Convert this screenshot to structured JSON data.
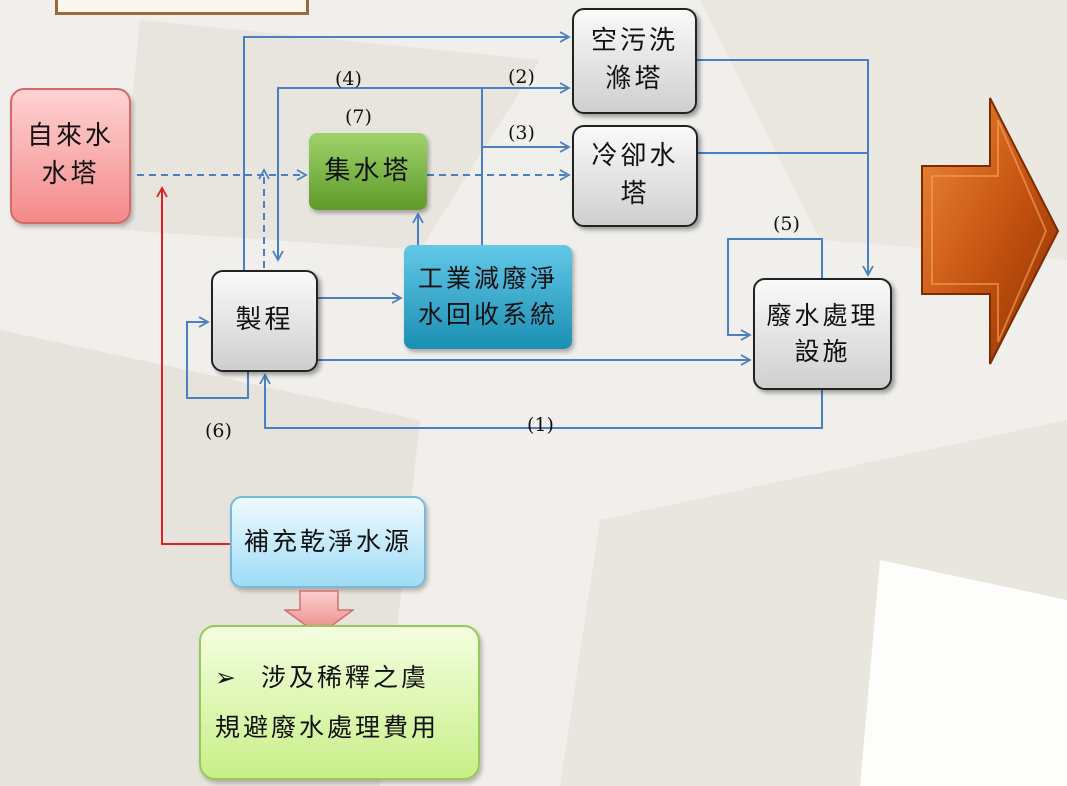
{
  "nodes": {
    "tap_tower": [
      "自來水",
      "水塔"
    ],
    "collect_tower": [
      "集水塔"
    ],
    "process": [
      "製程"
    ],
    "recovery_system": [
      "工業減廢淨",
      "水回收系統"
    ],
    "scrubber": [
      "空污洗",
      "滌塔"
    ],
    "cooling_tower": [
      "冷卻水",
      "塔"
    ],
    "wastewater_facility": [
      "廢水處理",
      "設施"
    ],
    "makeup_source": [
      "補充乾淨水源"
    ]
  },
  "note": {
    "bullet": "➢",
    "line1": "涉及稀釋之虞",
    "line2": "規避廢水處理費用"
  },
  "labels": {
    "l1": "(1)",
    "l2": "(2)",
    "l3": "(3)",
    "l4": "(4)",
    "l5": "(5)",
    "l6": "(6)",
    "l7": "(7)"
  },
  "colors": {
    "flow": "#4a7fc1",
    "makeup_line": "#e02020",
    "arrow": "#c8500c"
  }
}
